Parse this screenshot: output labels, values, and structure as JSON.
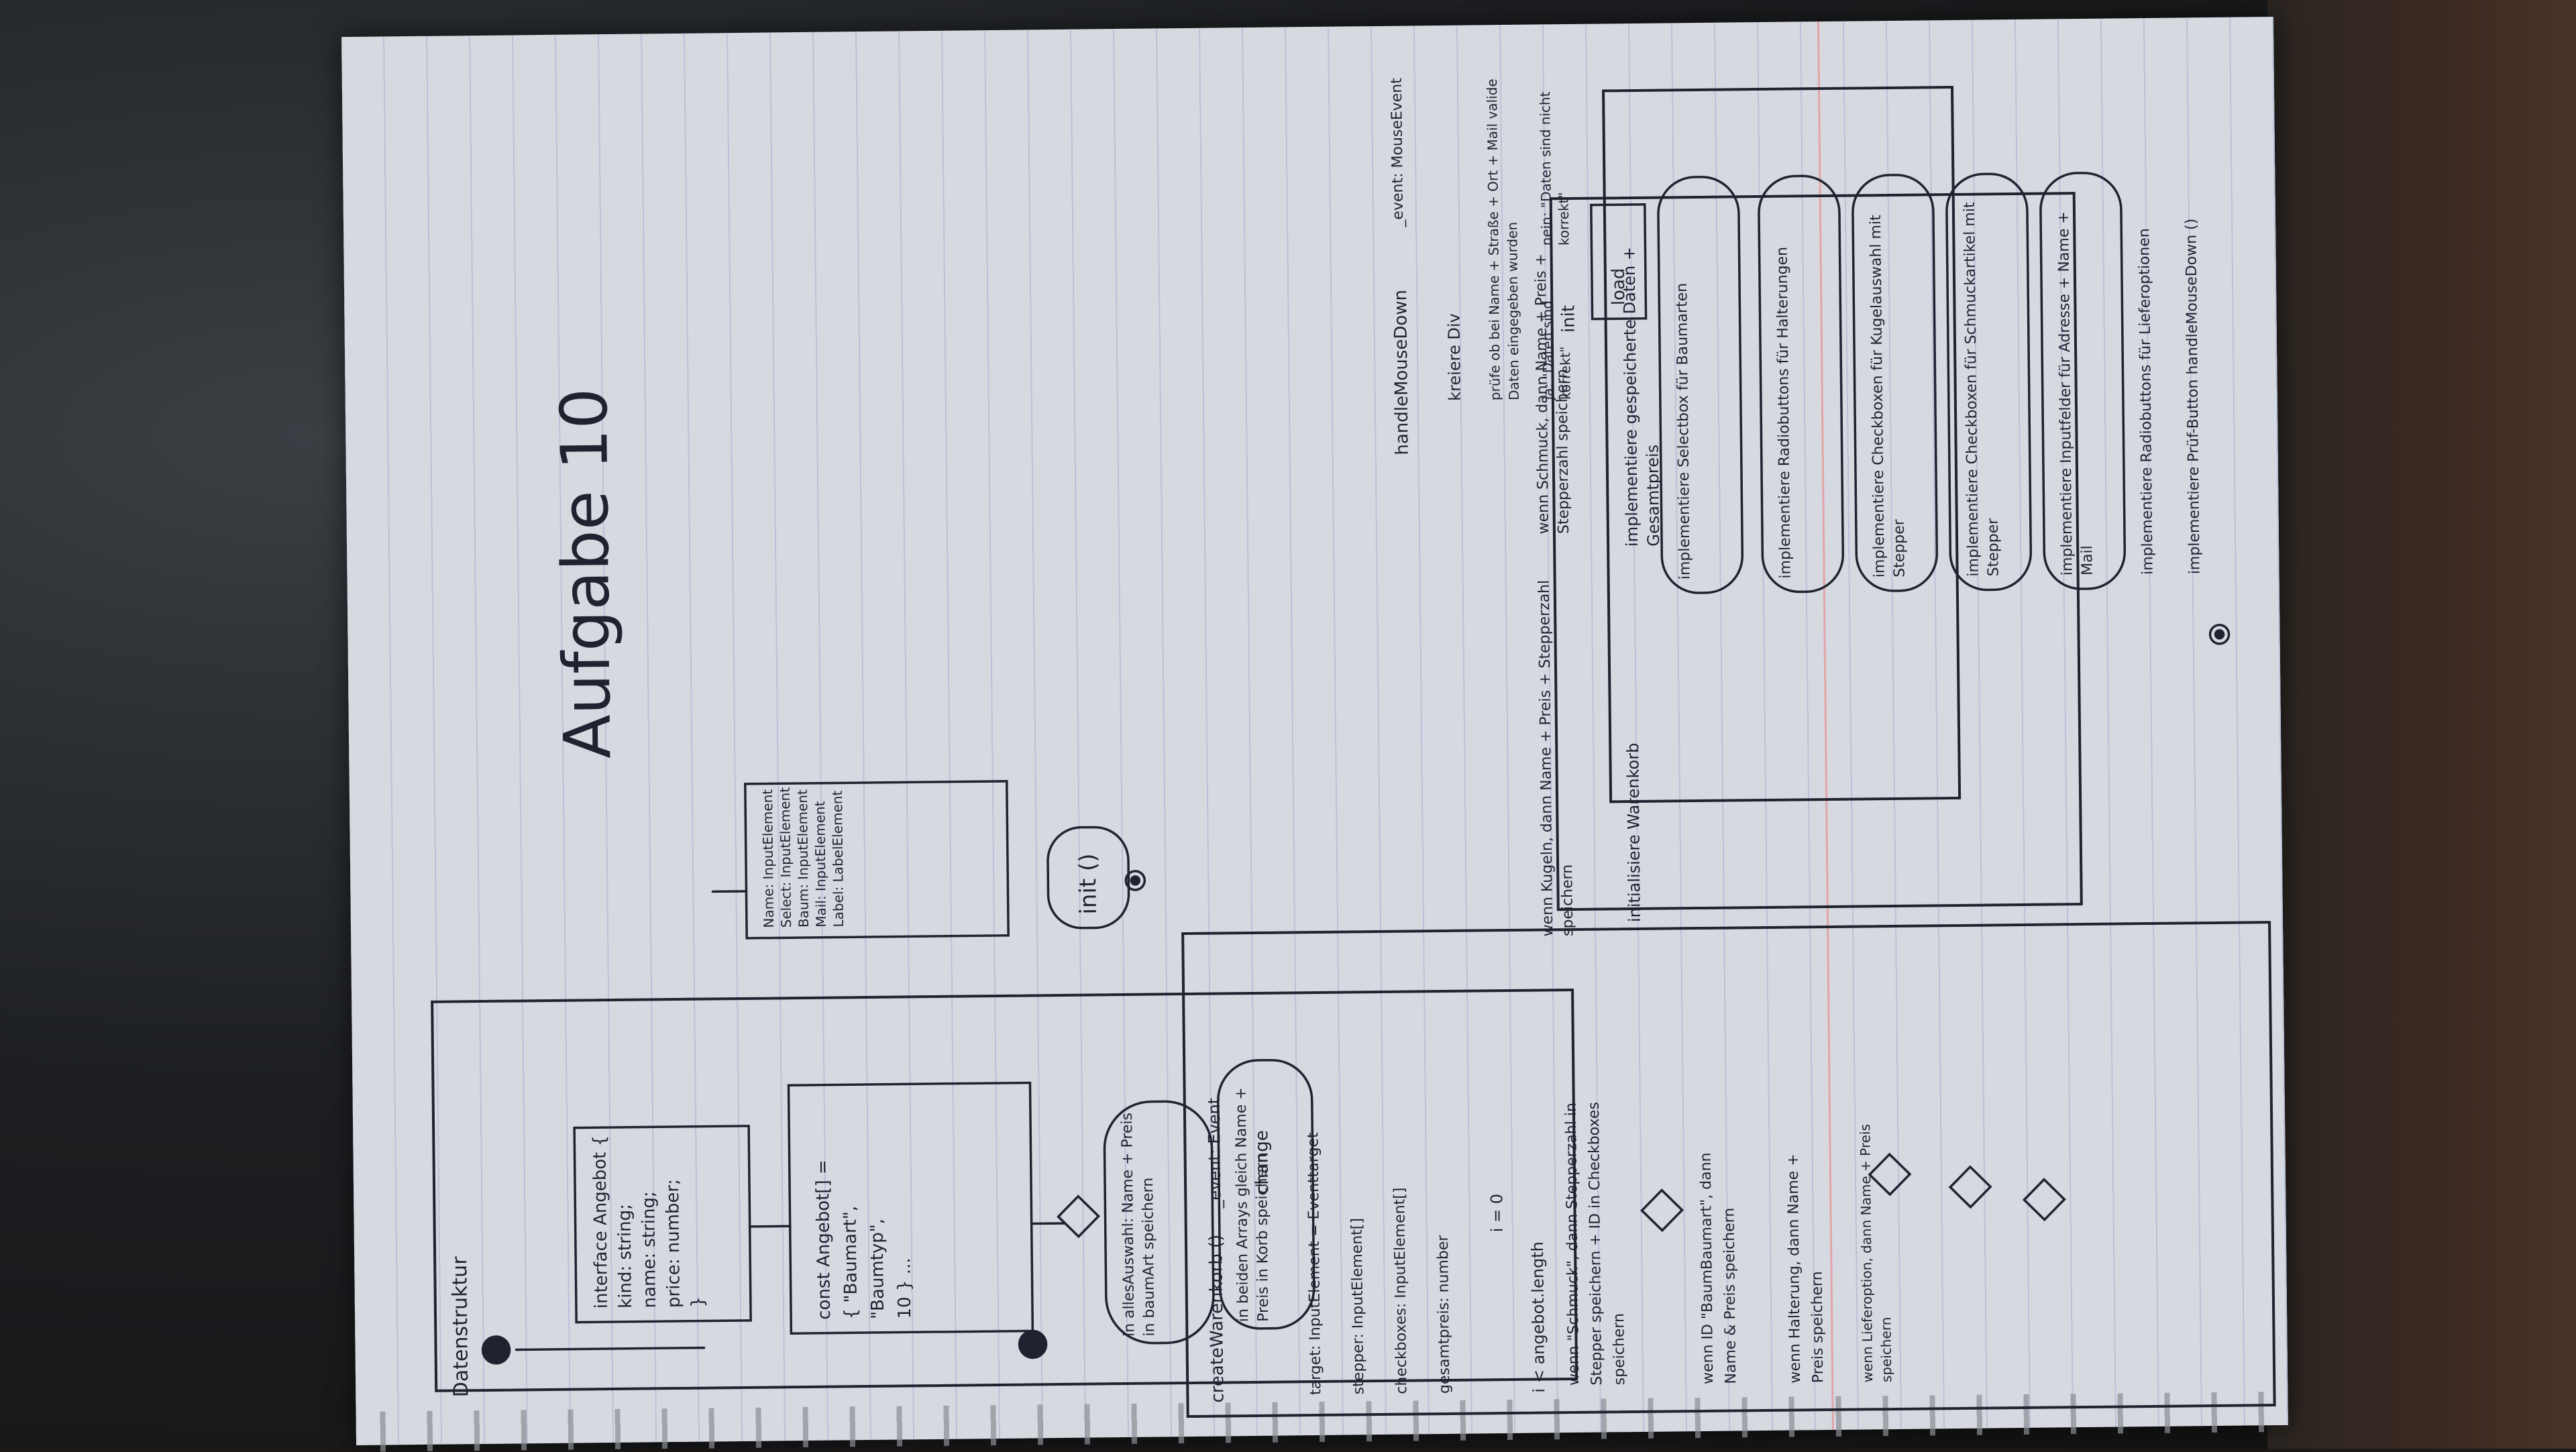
{
  "title": "Aufgabe 10",
  "datenstruktur": {
    "label": "Datenstruktur",
    "interface_lines": [
      "interface Angebot {",
      "kind: string;",
      "name: string;",
      "price: number;",
      "}"
    ],
    "const_lines": [
      "const Angebot[] =",
      "{ \"Baumart\",",
      "\"Baumtyp\",",
      "10 } ..."
    ],
    "action_1": "in allesAuswahl: Name + Preis in baumArt speichern",
    "action_2": "in beiden Arrays gleich Name + Preis in Korb speichern"
  },
  "init_vars": {
    "lines": [
      "Name: InputElement",
      "Select: InputElement",
      "Baum: InputElement",
      "Mail: InputElement",
      "Label: LabelElement"
    ],
    "node": "init ()"
  },
  "init": {
    "label": "init",
    "load": "load",
    "steps": [
      "implementiere Selectbox für Baumarten",
      "implementiere Radiobuttons für Halterungen",
      "implementiere Checkboxen für Kugelauswahl mit Stepper",
      "implementiere Checkboxen für Schmuckartikel mit Stepper",
      "implementiere Inputfelder für Adresse + Name + Mail",
      "implementiere Radiobuttons für Lieferoptionen",
      "implementiere Prüf-Button handleMouseDown ()"
    ]
  },
  "mouse": {
    "label": "handleMouseDown",
    "param": "_event: MouseEvent",
    "node_div": "kreiere Div",
    "check": "prüfe ob bei Name + Straße + Ort + Mail valide Daten eingegeben wurden",
    "yes": "ja: \"Daten sind korrekt\"",
    "no": "nein: \"Daten sind nicht korrekt\""
  },
  "warenkorb": {
    "label": "createWarenkorb ()",
    "param": "_event: Event",
    "change": "change",
    "vars": [
      "target: InputElement = Eventtarget",
      "stepper: InputElement[]",
      "checkboxes: InputElement[]",
      "gesamtpreis: number"
    ],
    "loop": "i = 0",
    "loop_cond": "i < angebot.length",
    "step_schmuck": "wenn \"Schmuck\", dann Stepperzahl in Stepper speichern + ID in Checkboxes speichern",
    "step_baumart": "wenn ID \"BaumBaumart\", dann Name & Preis speichern",
    "step_halterung": "wenn Halterung, dann Name + Preis speichern",
    "step_lieferoption": "wenn Lieferoption, dann Name + Preis speichern",
    "step_kugeln": "wenn Kugeln, dann Name + Preis + Stepperzahl speichern",
    "step_schmuckname": "wenn Schmuck, dann Name + Preis + Stepperzahl speichern",
    "init_korb": "initialisiere Warenkorb",
    "impl": "implementiere gespeicherte Daten + Gesamtpreis"
  }
}
